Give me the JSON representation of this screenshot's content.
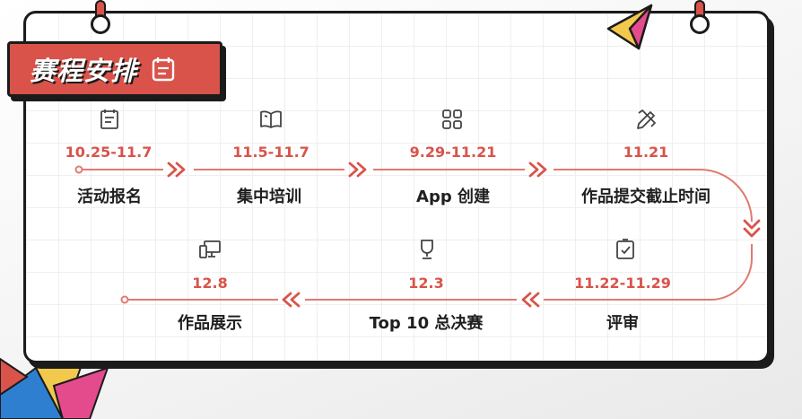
{
  "title": "赛程安排",
  "colors": {
    "accent": "#d9534a",
    "outline": "#1b1b1b",
    "text": "#1f1f1f"
  },
  "steps": [
    {
      "date": "10.25-11.7",
      "label": "活动报名",
      "icon": "clipboard-icon"
    },
    {
      "date": "11.5-11.7",
      "label": "集中培训",
      "icon": "open-book-icon"
    },
    {
      "date": "9.29-11.21",
      "label": "App 创建",
      "icon": "grid-apps-icon"
    },
    {
      "date": "11.21",
      "label": "作品提交截止时间",
      "icon": "pencil-ruler-icon"
    },
    {
      "date": "11.22-11.29",
      "label": "评审",
      "icon": "checklist-icon"
    },
    {
      "date": "12.3",
      "label": "Top 10 总决赛",
      "icon": "trophy-icon"
    },
    {
      "date": "12.8",
      "label": "作品展示",
      "icon": "monitor-devices-icon"
    }
  ]
}
